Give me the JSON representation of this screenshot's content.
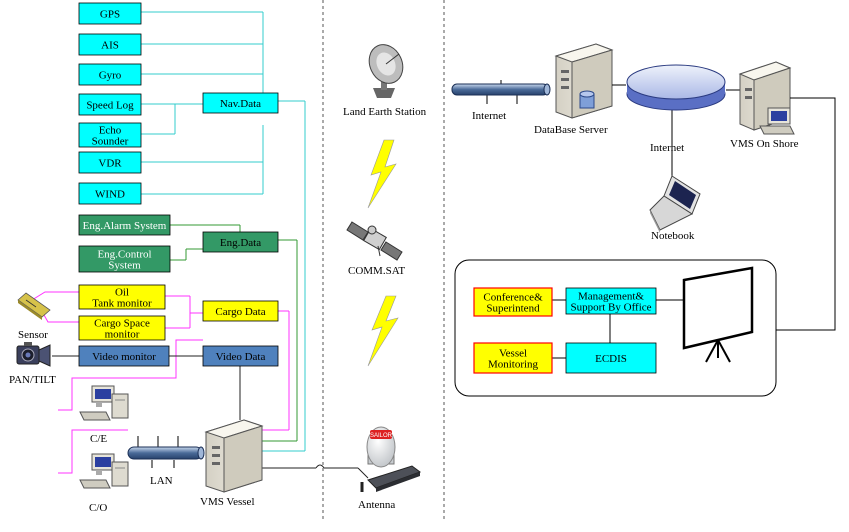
{
  "nav_sources": [
    "GPS",
    "AIS",
    "Gyro",
    "Speed Log",
    "Echo|Sounder",
    "VDR",
    "WIND"
  ],
  "nav_hub": "Nav.Data",
  "eng_sources": [
    "Eng.Alarm System",
    "Eng.Control|System"
  ],
  "eng_hub": "Eng.Data",
  "cargo_sources": [
    "Oil|Tank monitor",
    "Cargo Space|monitor"
  ],
  "cargo_hub": "Cargo Data",
  "video_source": "Video monitor",
  "video_hub": "Video Data",
  "devices": {
    "sensor": "Sensor",
    "pan_tilt": "PAN/TILT",
    "ce": "C/E",
    "co": "C/O",
    "lan": "LAN",
    "vms_vessel": "VMS Vessel",
    "antenna": "Antenna",
    "antenna_brand": "SAILOR",
    "land_earth_station": "Land Earth Station",
    "comm_sat": "COMM.SAT",
    "internet_left": "Internet",
    "database_server": "DataBase Server",
    "internet_cloud": "Internet",
    "notebook": "Notebook",
    "vms_on_shore": "VMS On Shore"
  },
  "office": {
    "conference": "Conference&|Superintend",
    "management": "Management&|Support By Office",
    "vessel_monitoring": "Vessel|Monitoring",
    "ecdis": "ECDIS"
  },
  "colors": {
    "nav": "#00ffff",
    "eng": "#339966",
    "cargo": "#ffff00",
    "video": "#4f81bd",
    "nav_line": "#33cccc",
    "eng_line": "#339933",
    "cargo_line": "#ff33ff"
  }
}
